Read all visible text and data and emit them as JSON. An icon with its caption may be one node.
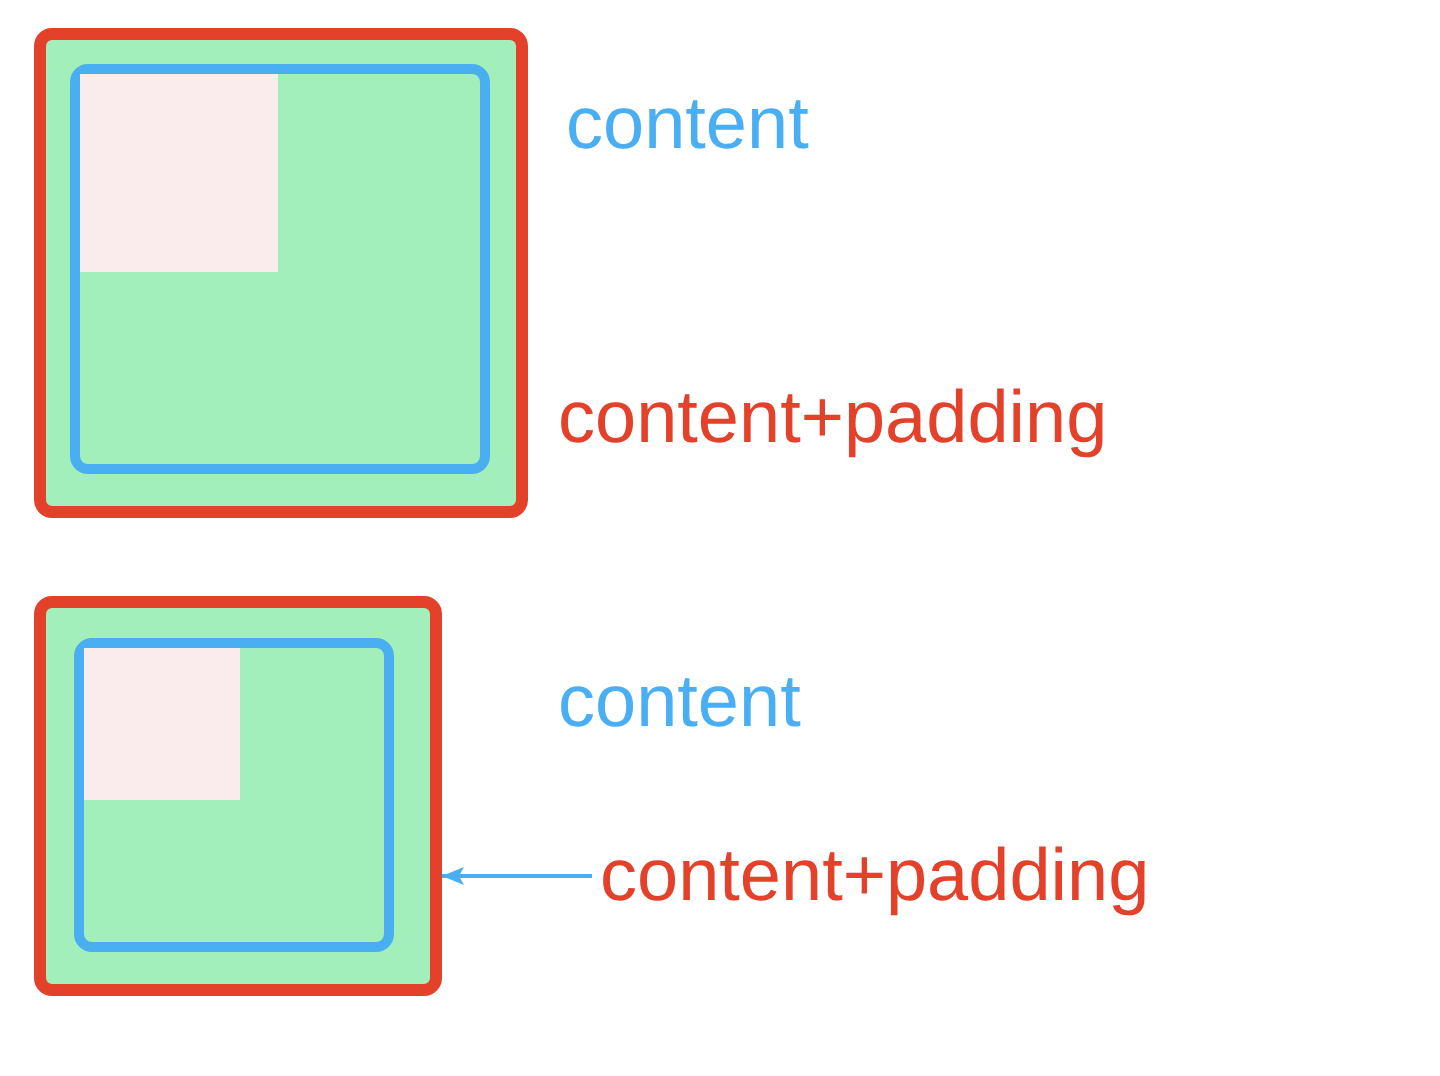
{
  "diagram": {
    "nodes": [
      {
        "text": [],
        "shape": "box"
      },
      {
        "text": [],
        "shape": "box",
        "in": 0
      },
      {
        "text": [],
        "shape": "box",
        "in": 1
      },
      {
        "text": [],
        "shape": "box"
      },
      {
        "text": [],
        "shape": "box",
        "in": 3
      },
      {
        "text": [],
        "shape": "box",
        "in": 4
      },
      {
        "text": [
          "content+padding"
        ]
      }
    ],
    "edges": [
      {
        "from": 6,
        "to": 3,
        "arrow": "to"
      }
    ],
    "labels": [
      "content",
      "content+padding",
      "content"
    ]
  }
}
